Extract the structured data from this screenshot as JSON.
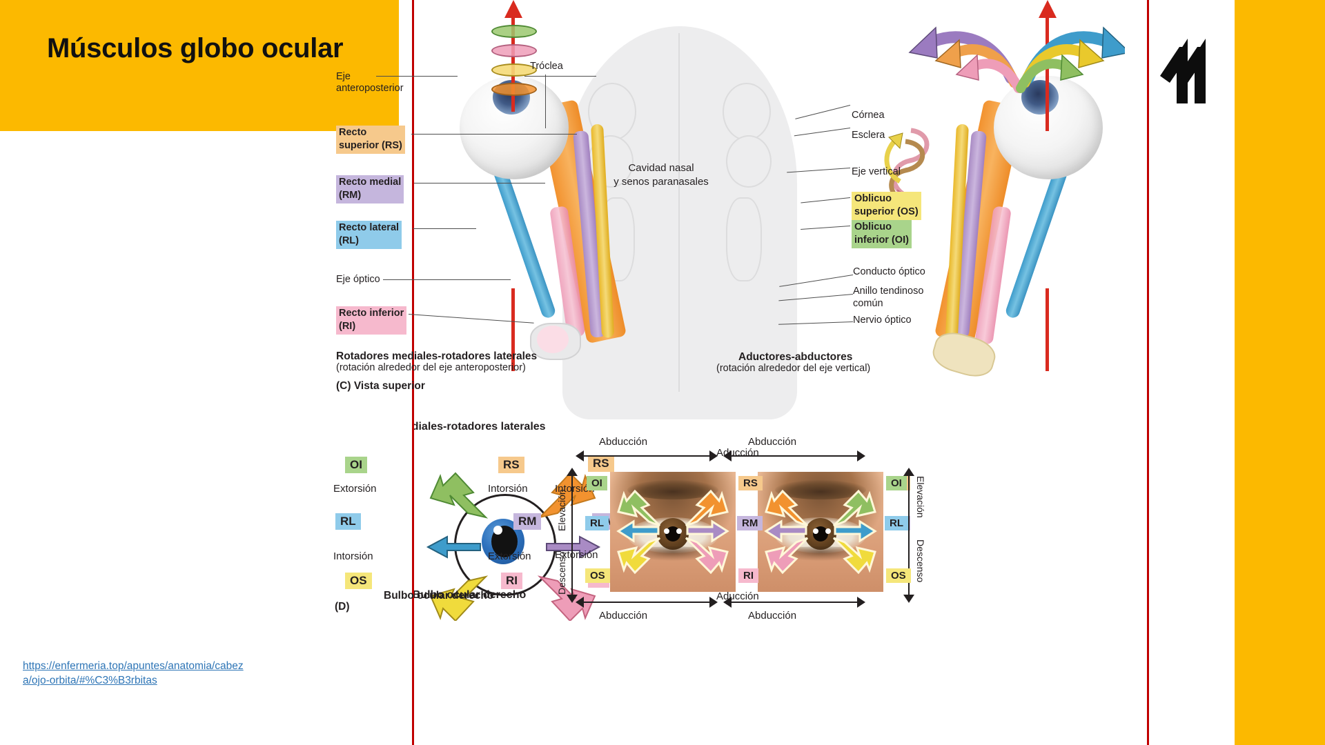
{
  "slide": {
    "title": "Músculos globo ocular",
    "source_link": "https://enfermeria.top/apuntes/anatomia/cabeza/ojo-orbita/#%C3%B3rbitas",
    "banner_color": "#FCB900",
    "border_color": "#C00000",
    "link_color": "#2E75B6"
  },
  "figure_c": {
    "panel_letter": "(C) Vista superior",
    "center_label": "Cavidad nasal\ny senos paranasales",
    "trochlea": "Tróclea",
    "left_labels": [
      {
        "text": "Eje\nanteroposterior",
        "highlight": "none"
      },
      {
        "text": "Recto\nsuperior (RS)",
        "highlight": "rs",
        "color": "#F6C98C"
      },
      {
        "text": "Recto medial\n(RM)",
        "highlight": "rm",
        "color": "#C5B6DD"
      },
      {
        "text": "Recto lateral\n(RL)",
        "highlight": "rl",
        "color": "#8FCBEA"
      },
      {
        "text": "Eje óptico",
        "highlight": "none"
      },
      {
        "text": "Recto inferior\n(RI)",
        "highlight": "ri",
        "color": "#F6B9CD"
      }
    ],
    "right_labels": [
      {
        "text": "Córnea",
        "highlight": "none"
      },
      {
        "text": "Esclera",
        "highlight": "none"
      },
      {
        "text": "Eje vertical",
        "highlight": "none"
      },
      {
        "text": "Oblicuo\nsuperior (OS)",
        "highlight": "os",
        "color": "#F5E67A"
      },
      {
        "text": "Oblicuo\ninferior (OI)",
        "highlight": "oi",
        "color": "#A9D48B"
      },
      {
        "text": "Conducto óptico",
        "highlight": "none"
      },
      {
        "text": "Anillo tendinoso\ncomún",
        "highlight": "none"
      },
      {
        "text": "Nervio óptico",
        "highlight": "none"
      }
    ],
    "caption_left_title": "Rotadores mediales-rotadores laterales",
    "caption_left_sub": "(rotación alrededor del eje anteroposterior)",
    "caption_right_title": "Aductores-abductores",
    "caption_right_sub": "(rotación alrededor del eje vertical)"
  },
  "figure_d": {
    "panel_letter": "(D)",
    "caption": "Bulbo ocular derecho",
    "muscles": {
      "oi": "OI",
      "rs": "RS",
      "rl": "RL",
      "rm": "RM",
      "os": "OS",
      "ri": "RI"
    },
    "actions": {
      "extorsion_top": "Extorsión",
      "intorsion_top": "Intorsión",
      "intorsion_bottom": "Intorsión",
      "extorsion_bottom": "Extorsión"
    },
    "colors": {
      "oi": "#A9D48B",
      "rs": "#F6C98C",
      "rl": "#8FCBEA",
      "rm": "#C5B6DD",
      "os": "#F5E67A",
      "ri": "#F6B9CD"
    }
  },
  "figure_eyes": {
    "left_panel": {
      "top_axis": "Abducción",
      "top_axis_right": "Aducción",
      "bottom_axis": "Abducción",
      "bottom_axis_right": "Aducción",
      "vertical_up": "Elevación",
      "vertical_down": "Descenso",
      "labels": {
        "oi": "OI",
        "rs": "RS",
        "rl": "RL",
        "rm": "RM",
        "os": "OS",
        "ri": "RI"
      }
    },
    "right_panel": {
      "top_axis": "Abducción",
      "bottom_axis": "Abducción",
      "vertical_up": "Elevación",
      "vertical_down": "Descenso",
      "labels": {
        "oi": "OI",
        "rs": "RS",
        "rl": "RL",
        "rm": "RM",
        "os": "OS",
        "ri": "RI"
      }
    }
  },
  "logo": {
    "name": "double-up-arrow-logo"
  }
}
